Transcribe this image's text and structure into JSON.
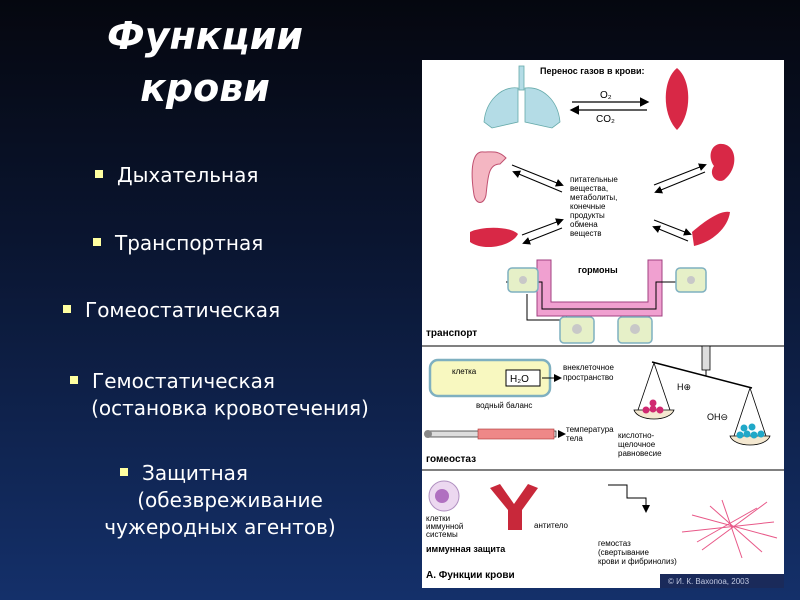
{
  "slide": {
    "title_line1": "Функции",
    "title_line2": "крови",
    "bullets": [
      {
        "lines": [
          "Дыхательная"
        ]
      },
      {
        "lines": [
          "Транспортная"
        ]
      },
      {
        "lines": [
          "Гомеостатическая"
        ]
      },
      {
        "lines": [
          "Гемостатическая",
          "(остановка кровотечения)"
        ]
      },
      {
        "lines": [
          "Защитная",
          "(обезвреживание",
          "чужеродных агентов)"
        ]
      }
    ]
  },
  "figure": {
    "gas_transfer": "Перенос газов в крови:",
    "o2": "O₂",
    "co2": "CO₂",
    "nutrients": [
      "питательные",
      "вещества,",
      "метаболиты,",
      "конечные",
      "продукты",
      "обмена",
      "веществ"
    ],
    "hormones": "гормоны",
    "transport": "транспорт",
    "cell": "клетка",
    "h2o": "H₂O",
    "extracellular": [
      "внеклеточное",
      "пространство"
    ],
    "h_ion": "H⊕",
    "oh_ion": "OH⊖",
    "water_balance": "водный баланс",
    "temperature": [
      "температура",
      "тела"
    ],
    "acid_base": [
      "кислотно-",
      "щелочное",
      "равновесие"
    ],
    "homeostasis": "гомеостаз",
    "immune_cells": [
      "клетки",
      "иммунной",
      "системы"
    ],
    "antibody": "антитело",
    "immune_protection": "иммунная защита",
    "hemostasis": [
      "гемостаз",
      "(свертывание",
      "крови и фибринолиз)"
    ],
    "caption": "А. Функции крови",
    "copyright": "© И. К. Вахопоа, 2003"
  },
  "colors": {
    "bullet_marker": "#ffffa0",
    "organ_red": "#d82846",
    "lung_blue": "#b4dce6",
    "hormone_pink": "#f0a0d0",
    "cell_fill": "#e6f0c8"
  }
}
